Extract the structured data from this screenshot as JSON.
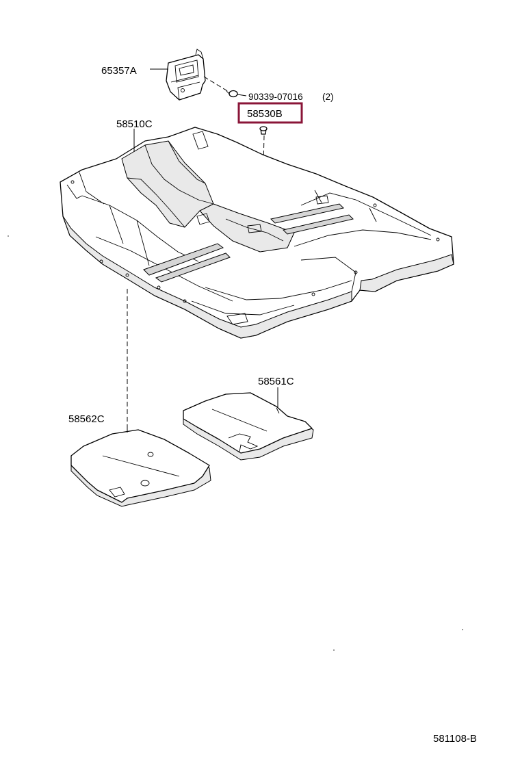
{
  "labels": {
    "bracket": "65357A",
    "clip_bolt": "90339-07016",
    "clip_bolt_qty": "(2)",
    "clip_highlighted": "58530B",
    "floor_carpet": "58510C",
    "rear_mat": "58561C",
    "front_mat": "58562C",
    "diagram_ref": "581108-B"
  },
  "colors": {
    "highlight": "#8a1538",
    "line": "#000000",
    "shade": "#e9e9e9"
  }
}
